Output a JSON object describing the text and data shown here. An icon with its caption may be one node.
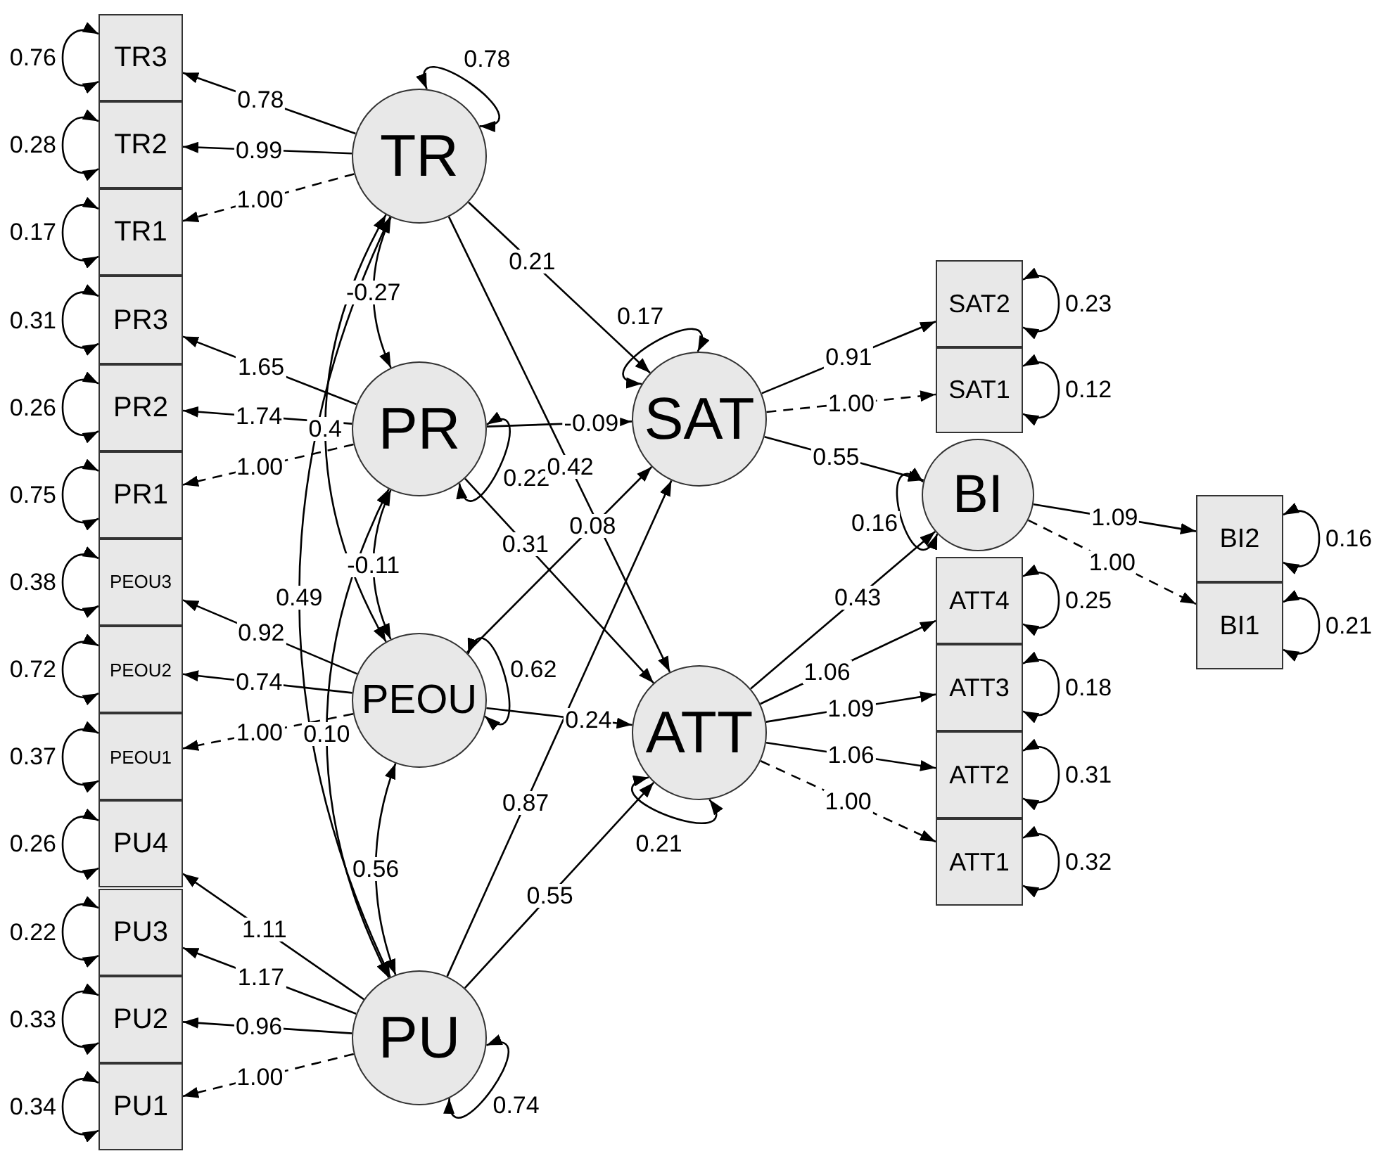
{
  "diagram": {
    "nodes": [
      {
        "text": [
          "TR3"
        ]
      },
      {
        "text": [
          "TR2"
        ]
      },
      {
        "text": [
          "TR1"
        ]
      },
      {
        "text": [
          "PR3"
        ]
      },
      {
        "text": [
          "PR2"
        ]
      },
      {
        "text": [
          "PR1"
        ]
      },
      {
        "text": [
          "PEOU3"
        ]
      },
      {
        "text": [
          "PEOU2"
        ]
      },
      {
        "text": [
          "PEOU1"
        ]
      },
      {
        "text": [
          "PU4"
        ]
      },
      {
        "text": [
          "PU3"
        ]
      },
      {
        "text": [
          "PU2"
        ]
      },
      {
        "text": [
          "PU1"
        ]
      },
      {
        "text": [
          "TR"
        ]
      },
      {
        "text": [
          "PR"
        ]
      },
      {
        "text": [
          "PEOU"
        ]
      },
      {
        "text": [
          "PU"
        ]
      },
      {
        "text": [
          "SAT"
        ]
      },
      {
        "text": [
          "ATT"
        ]
      },
      {
        "text": [
          "SAT2"
        ]
      },
      {
        "text": [
          "SAT1"
        ]
      },
      {
        "text": [
          "BI"
        ]
      },
      {
        "text": [
          "ATT4"
        ]
      },
      {
        "text": [
          "ATT3"
        ]
      },
      {
        "text": [
          "ATT2"
        ]
      },
      {
        "text": [
          "ATT1"
        ]
      },
      {
        "text": [
          "BI2"
        ]
      },
      {
        "text": [
          "BI1"
        ]
      }
    ],
    "edges": [
      {
        "from": 0,
        "to": 0,
        "arrow": "both",
        "label": "0.76"
      },
      {
        "from": 1,
        "to": 1,
        "arrow": "both",
        "label": "0.28"
      },
      {
        "from": 2,
        "to": 2,
        "arrow": "both",
        "label": "0.17"
      },
      {
        "from": 3,
        "to": 3,
        "arrow": "both",
        "label": "0.31"
      },
      {
        "from": 4,
        "to": 4,
        "arrow": "both",
        "label": "0.26"
      },
      {
        "from": 5,
        "to": 5,
        "arrow": "both",
        "label": "0.75"
      },
      {
        "from": 6,
        "to": 6,
        "arrow": "both",
        "label": "0.38"
      },
      {
        "from": 7,
        "to": 7,
        "arrow": "both",
        "label": "0.72"
      },
      {
        "from": 8,
        "to": 8,
        "arrow": "both",
        "label": "0.37"
      },
      {
        "from": 9,
        "to": 9,
        "arrow": "both",
        "label": "0.26"
      },
      {
        "from": 10,
        "to": 10,
        "arrow": "both",
        "label": "0.22"
      },
      {
        "from": 11,
        "to": 11,
        "arrow": "both",
        "label": "0.33"
      },
      {
        "from": 12,
        "to": 12,
        "arrow": "both",
        "label": "0.34"
      },
      {
        "from": 13,
        "to": 0,
        "arrow": "to",
        "label": "0.78"
      },
      {
        "from": 13,
        "to": 1,
        "arrow": "to",
        "label": "0.99"
      },
      {
        "from": 13,
        "to": 2,
        "arrow": "to",
        "label": "1.00",
        "style": "dashed"
      },
      {
        "from": 14,
        "to": 3,
        "arrow": "to",
        "label": "1.65"
      },
      {
        "from": 14,
        "to": 4,
        "arrow": "to",
        "label": "1.74"
      },
      {
        "from": 14,
        "to": 5,
        "arrow": "to",
        "label": "1.00",
        "style": "dashed"
      },
      {
        "from": 15,
        "to": 6,
        "arrow": "to",
        "label": "0.92"
      },
      {
        "from": 15,
        "to": 7,
        "arrow": "to",
        "label": "0.74"
      },
      {
        "from": 15,
        "to": 8,
        "arrow": "to",
        "label": "1.00",
        "style": "dashed"
      },
      {
        "from": 16,
        "to": 9,
        "arrow": "to",
        "label": "1.11"
      },
      {
        "from": 16,
        "to": 10,
        "arrow": "to",
        "label": "1.17"
      },
      {
        "from": 16,
        "to": 11,
        "arrow": "to",
        "label": "0.96"
      },
      {
        "from": 16,
        "to": 12,
        "arrow": "to",
        "label": "1.00",
        "style": "dashed"
      },
      {
        "from": 13,
        "to": 13,
        "arrow": "both",
        "label": "0.78"
      },
      {
        "from": 14,
        "to": 14,
        "arrow": "both",
        "label": "0.22"
      },
      {
        "from": 15,
        "to": 15,
        "arrow": "both",
        "label": "0.62"
      },
      {
        "from": 16,
        "to": 16,
        "arrow": "both",
        "label": "0.74"
      },
      {
        "from": 13,
        "to": 14,
        "arrow": "both",
        "label": "-0.27"
      },
      {
        "from": 13,
        "to": 15,
        "arrow": "both",
        "label": "0.4"
      },
      {
        "from": 13,
        "to": 16,
        "arrow": "both",
        "label": "0.49"
      },
      {
        "from": 14,
        "to": 15,
        "arrow": "both",
        "label": "-0.11"
      },
      {
        "from": 14,
        "to": 16,
        "arrow": "both",
        "label": "0.10"
      },
      {
        "from": 15,
        "to": 16,
        "arrow": "both",
        "label": "0.56"
      },
      {
        "from": 13,
        "to": 17,
        "arrow": "to",
        "label": "0.21"
      },
      {
        "from": 13,
        "to": 18,
        "arrow": "to",
        "label": "0.42"
      },
      {
        "from": 14,
        "to": 17,
        "arrow": "to",
        "label": "-0.09"
      },
      {
        "from": 14,
        "to": 18,
        "arrow": "to",
        "label": "0.31"
      },
      {
        "from": 15,
        "to": 17,
        "arrow": "to",
        "label": "0.08"
      },
      {
        "from": 15,
        "to": 18,
        "arrow": "to",
        "label": "0.24"
      },
      {
        "from": 16,
        "to": 17,
        "arrow": "to",
        "label": "0.87"
      },
      {
        "from": 16,
        "to": 18,
        "arrow": "to",
        "label": "0.55"
      },
      {
        "from": 17,
        "to": 17,
        "arrow": "both",
        "label": "0.17"
      },
      {
        "from": 18,
        "to": 18,
        "arrow": "both",
        "label": "0.21"
      },
      {
        "from": 17,
        "to": 19,
        "arrow": "to",
        "label": "0.91"
      },
      {
        "from": 17,
        "to": 20,
        "arrow": "to",
        "label": "1.00",
        "style": "dashed"
      },
      {
        "from": 17,
        "to": 21,
        "arrow": "to",
        "label": "0.55"
      },
      {
        "from": 18,
        "to": 21,
        "arrow": "to",
        "label": "0.43"
      },
      {
        "from": 18,
        "to": 22,
        "arrow": "to",
        "label": "1.06"
      },
      {
        "from": 18,
        "to": 23,
        "arrow": "to",
        "label": "1.09"
      },
      {
        "from": 18,
        "to": 24,
        "arrow": "to",
        "label": "1.06"
      },
      {
        "from": 18,
        "to": 25,
        "arrow": "to",
        "label": "1.00",
        "style": "dashed"
      },
      {
        "from": 21,
        "to": 21,
        "arrow": "both",
        "label": "0.16"
      },
      {
        "from": 21,
        "to": 26,
        "arrow": "to",
        "label": "1.09"
      },
      {
        "from": 21,
        "to": 27,
        "arrow": "to",
        "label": "1.00",
        "style": "dashed"
      },
      {
        "from": 19,
        "to": 19,
        "arrow": "both",
        "label": "0.23"
      },
      {
        "from": 20,
        "to": 20,
        "arrow": "both",
        "label": "0.12"
      },
      {
        "from": 22,
        "to": 22,
        "arrow": "both",
        "label": "0.25"
      },
      {
        "from": 23,
        "to": 23,
        "arrow": "both",
        "label": "0.18"
      },
      {
        "from": 24,
        "to": 24,
        "arrow": "both",
        "label": "0.31"
      },
      {
        "from": 25,
        "to": 25,
        "arrow": "both",
        "label": "0.32"
      },
      {
        "from": 26,
        "to": 26,
        "arrow": "both",
        "label": "0.16"
      },
      {
        "from": 27,
        "to": 27,
        "arrow": "both",
        "label": "0.21"
      }
    ]
  }
}
